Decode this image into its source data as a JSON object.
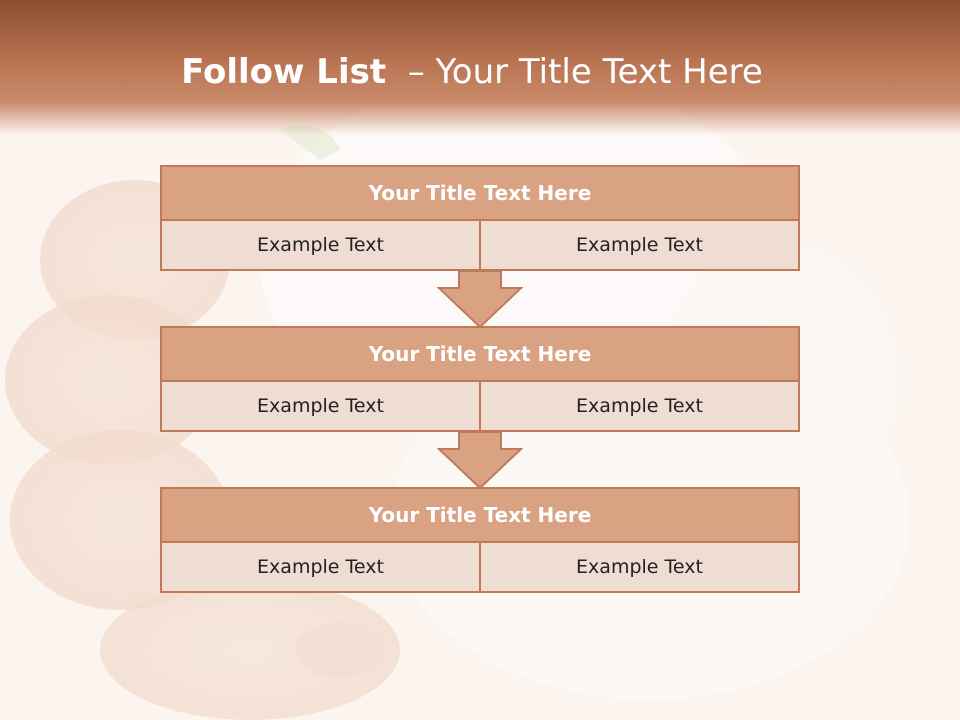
{
  "slide": {
    "title_bold": "Follow List",
    "title_rest": "  – Your Title Text Here"
  },
  "steps": [
    {
      "title": "Your Title Text Here",
      "left": "Example Text",
      "right": "Example Text"
    },
    {
      "title": "Your Title Text Here",
      "left": "Example Text",
      "right": "Example Text"
    },
    {
      "title": "Your Title Text Here",
      "left": "Example Text",
      "right": "Example Text"
    }
  ],
  "colors": {
    "header": "#a9633f",
    "block_title_fill": "#d9a283",
    "cell_fill": "#efdcd3",
    "border": "#c07a58"
  }
}
